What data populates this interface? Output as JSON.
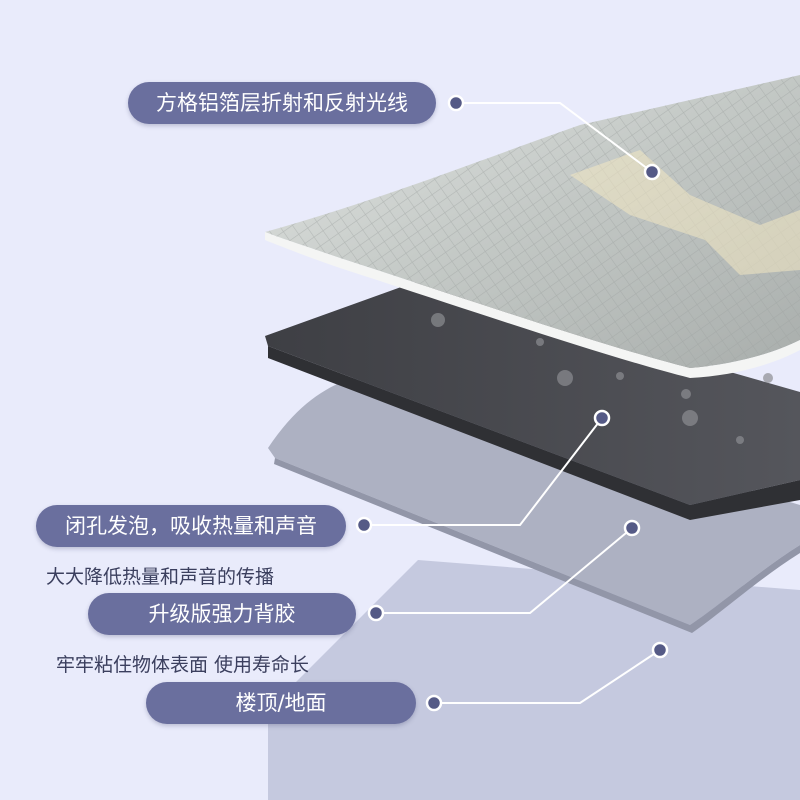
{
  "labels": {
    "foil_layer": "方格铝箔层折射和反射光线",
    "foam_layer": "闭孔发泡，吸收热量和声音",
    "foam_desc": "大大降低热量和声音的传播",
    "adhesive_layer": "升级版强力背胶",
    "adhesive_desc": "牢牢粘住物体表面 使用寿命长",
    "surface_layer": "楼顶/地面"
  },
  "colors": {
    "background": "#e9ebfb",
    "pill": "#6a6f9e",
    "foil": "#c2c7c4",
    "foam": "#4a4b50",
    "adhesive": "#aeb2c4",
    "surface": "#c4c8de",
    "marker": "#555a86"
  }
}
